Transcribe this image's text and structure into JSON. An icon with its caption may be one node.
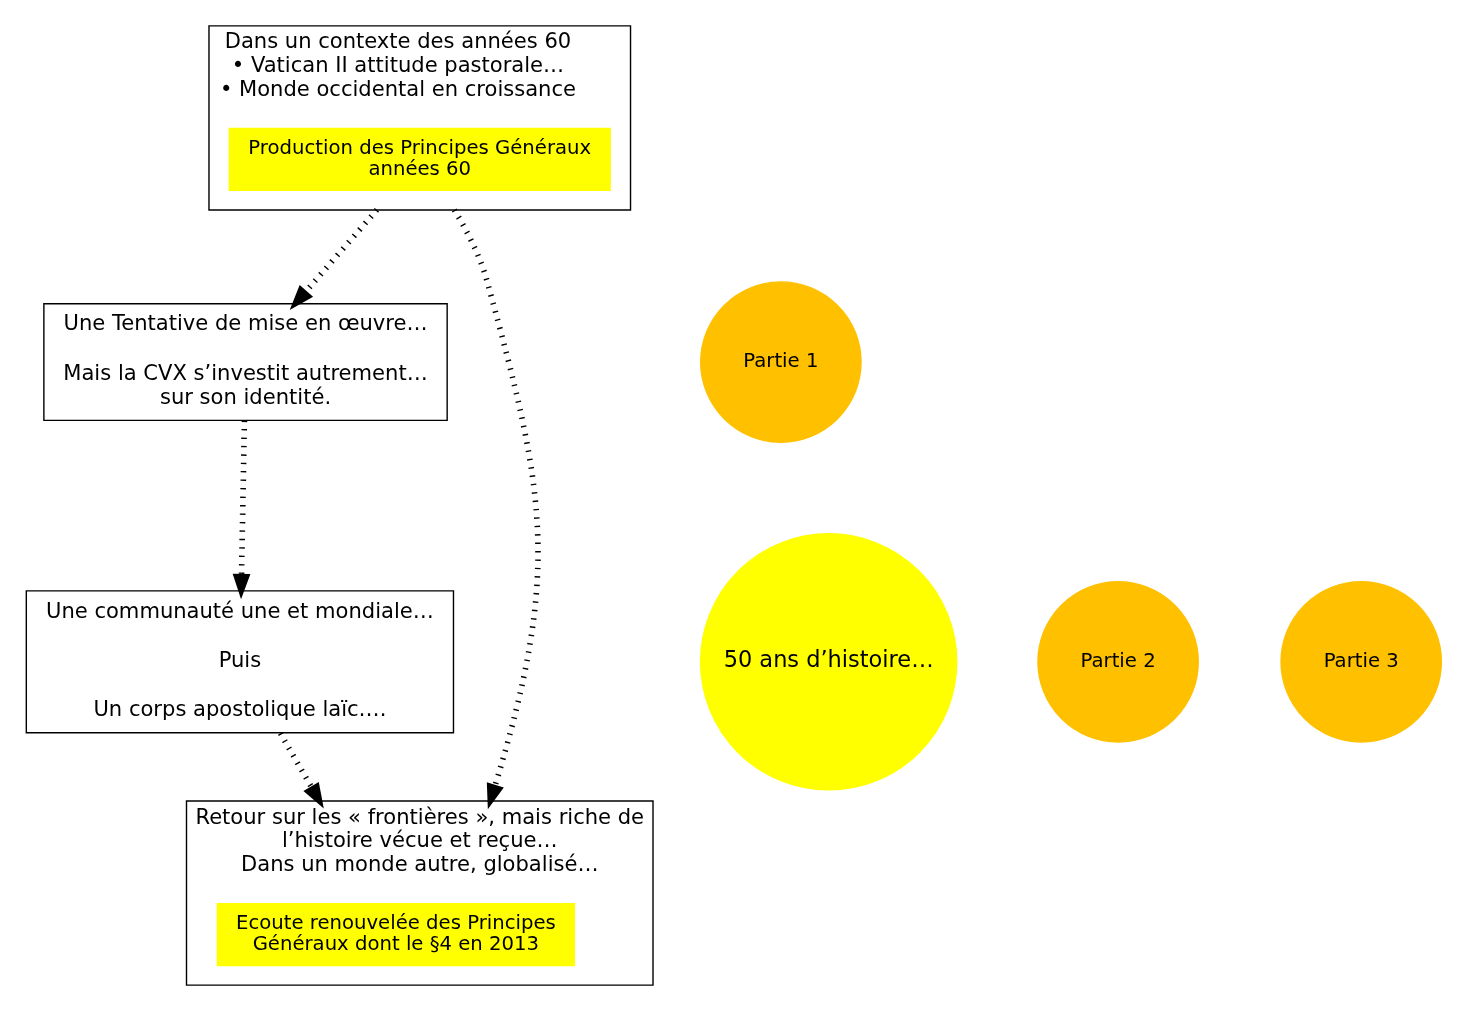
{
  "diagram": {
    "nodes": [
      {
        "text": [
          "Dans un contexte des années 60",
          "• Vatican II attitude pastorale…",
          "• Monde occidental en croissance"
        ]
      },
      {
        "text": [
          "Production des Principes Généraux années 60"
        ],
        "in": 0
      },
      {
        "text": [
          "Partie 1"
        ]
      },
      {
        "text": [
          "Une Tentative de mise en œuvre…",
          "Mais la CVX s’investit autrement… sur son identité."
        ]
      },
      {
        "text": [
          "50 ans d’histoire…"
        ]
      },
      {
        "text": [
          "Partie 2"
        ]
      },
      {
        "text": [
          "Une communauté une et mondiale…",
          "Puis",
          "Un corps apostolique laïc…."
        ]
      },
      {
        "text": [
          "Retour sur les « frontières », mais riche de l’histoire vécue et reçue…",
          "Dans un monde autre, globalisé…"
        ]
      },
      {
        "text": [
          "Ecoute renouvelée des Principes Généraux dont le §4 en 2013"
        ],
        "in": 7
      },
      {
        "text": [
          "Partie 3"
        ]
      }
    ],
    "edges": [
      {
        "from": 0,
        "to": 3,
        "arrow": "to",
        "style": "dashed"
      },
      {
        "from": 3,
        "to": 6,
        "arrow": "to",
        "style": "dashed"
      },
      {
        "from": 6,
        "to": 7,
        "arrow": "to",
        "style": "dashed"
      },
      {
        "from": 0,
        "to": 7,
        "arrow": "to",
        "style": "dashed"
      }
    ]
  }
}
